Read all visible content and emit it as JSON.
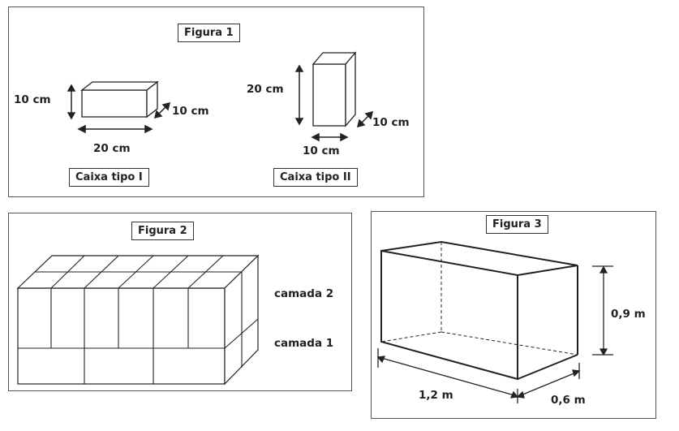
{
  "figure1": {
    "title": "Figura 1",
    "box1": {
      "height": "10 cm",
      "length": "20 cm",
      "depth": "10 cm",
      "caption": "Caixa tipo I"
    },
    "box2": {
      "height": "20 cm",
      "width": "10 cm",
      "depth": "10 cm",
      "caption": "Caixa tipo II"
    }
  },
  "figure2": {
    "title": "Figura 2",
    "layer_top": "camada 2",
    "layer_bottom": "camada 1"
  },
  "figure3": {
    "title": "Figura 3",
    "length": "1,2 m",
    "depth": "0,6 m",
    "height": "0,9 m"
  }
}
